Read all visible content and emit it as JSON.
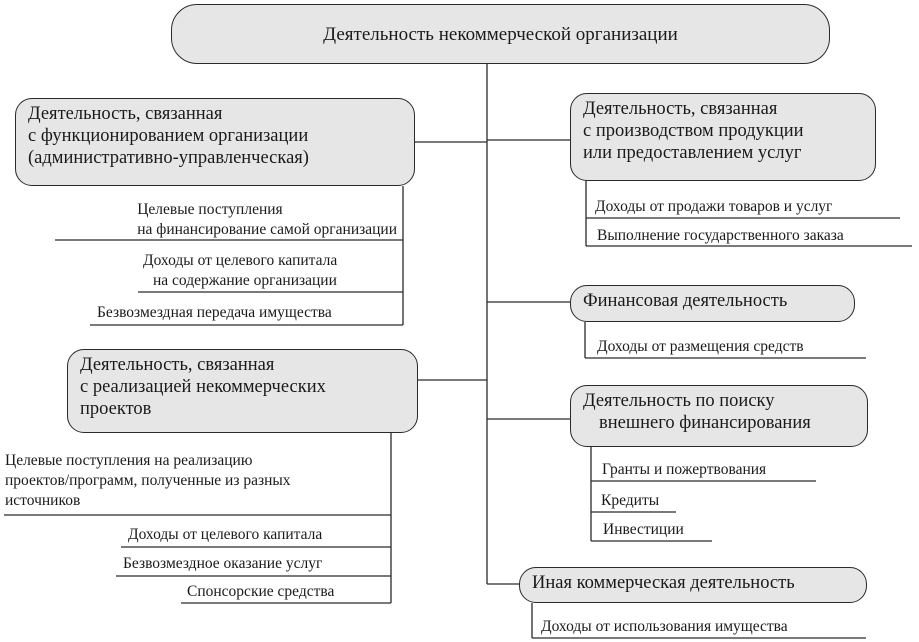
{
  "root": {
    "label": "Деятельность  некоммерческой организации"
  },
  "left": [
    {
      "lines": [
        "Деятельность, связанная",
        "с функционированием организации",
        "(административно-управленческая)"
      ],
      "items": [
        {
          "lines": [
            "Целевые поступления",
            "на финансирование самой организации"
          ]
        },
        {
          "lines": [
            "Доходы от целевого капитала",
            "на содержание организации"
          ]
        },
        {
          "lines": [
            "Безвозмездная передача имущества"
          ]
        }
      ]
    },
    {
      "lines": [
        "Деятельность, связанная",
        "с реализацией некоммерческих",
        "проектов"
      ],
      "items": [
        {
          "lines": [
            "Целевые поступления на реализацию",
            "проектов/программ, полученные из разных",
            "источников"
          ]
        },
        {
          "lines": [
            "Доходы от целевого капитала"
          ]
        },
        {
          "lines": [
            "Безвозмездное оказание услуг"
          ]
        },
        {
          "lines": [
            "Спонсорские средства"
          ]
        }
      ]
    }
  ],
  "right": [
    {
      "lines": [
        "Деятельность, связанная",
        "с производством продукции",
        "или предоставлением услуг"
      ],
      "items": [
        {
          "lines": [
            "Доходы от продажи товаров и услуг"
          ]
        },
        {
          "lines": [
            "Выполнение государственного заказа"
          ]
        }
      ]
    },
    {
      "lines": [
        "Финансовая деятельность"
      ],
      "items": [
        {
          "lines": [
            "Доходы от размещения средств"
          ]
        }
      ]
    },
    {
      "lines": [
        "Деятельность по поиску",
        "внешнего финансирования"
      ],
      "items": [
        {
          "lines": [
            "Гранты и пожертвования"
          ]
        },
        {
          "lines": [
            "Кредиты"
          ]
        },
        {
          "lines": [
            "Инвестиции"
          ]
        }
      ]
    },
    {
      "lines": [
        "Иная коммерческая деятельность"
      ],
      "items": [
        {
          "lines": [
            "Доходы от использования имущества"
          ]
        }
      ]
    }
  ]
}
